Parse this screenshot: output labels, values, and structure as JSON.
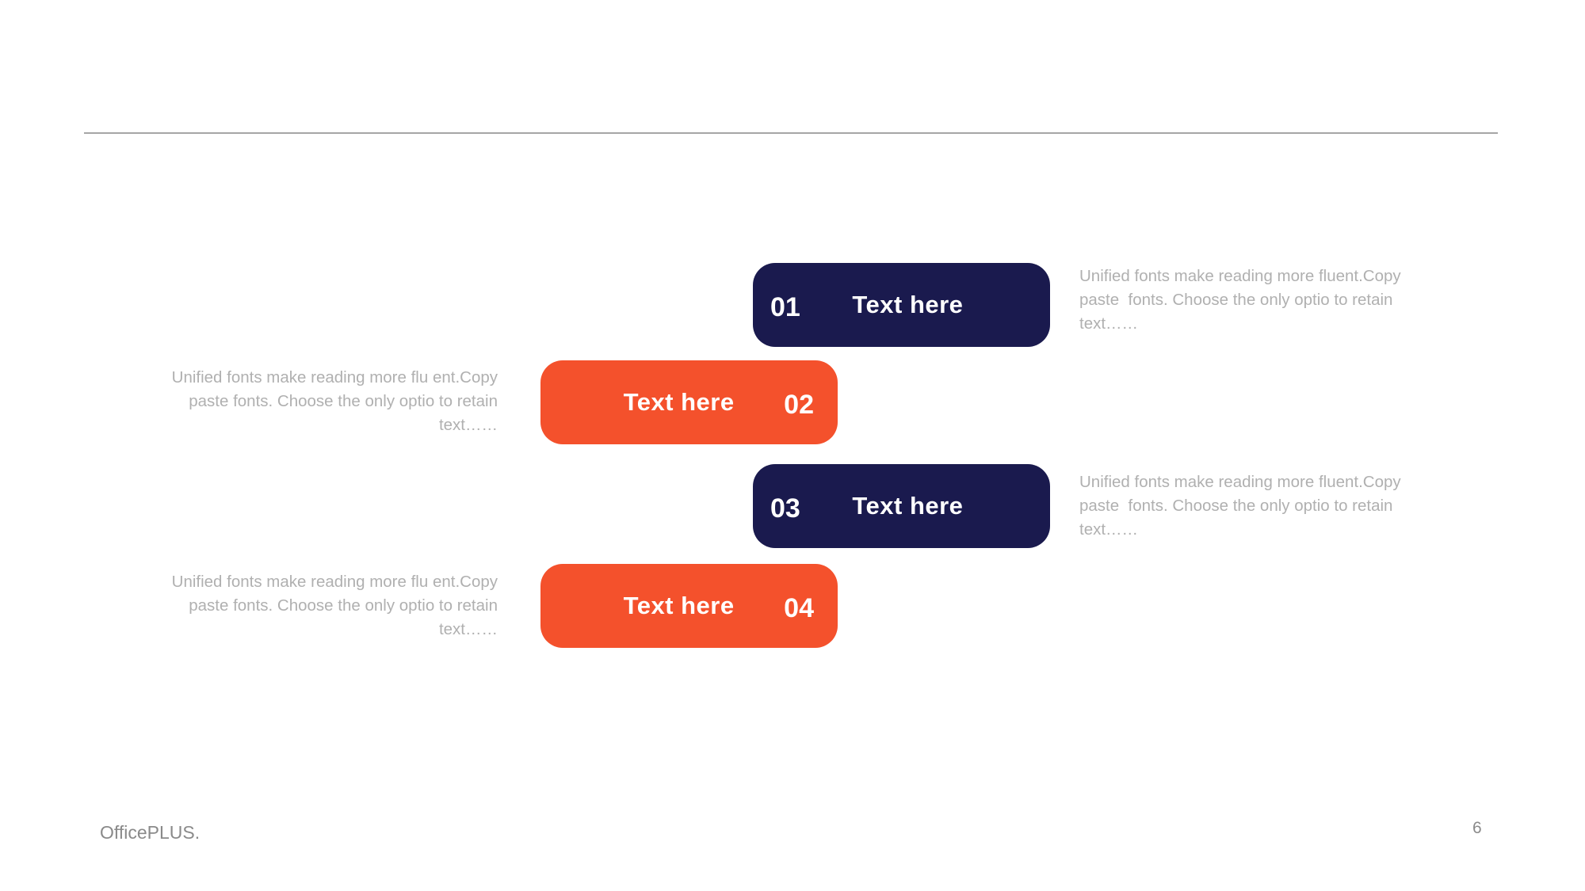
{
  "slide": {
    "colors": {
      "navy": "#1a1a4e",
      "orange": "#f4512c",
      "muted": "#b0b0b0",
      "divider": "#a6a6a6",
      "footer": "#8a8a8a"
    },
    "footer": {
      "brand": "OfficePLUS.",
      "page_number": "6"
    },
    "steps": [
      {
        "number": "01",
        "label": "Text here",
        "variant": "navy",
        "description_side": "right",
        "description": {
          "line1": "Unified fonts make reading more fluent.Copy",
          "line2": "paste  fonts. Choose the only optio to retain",
          "line3": "text……"
        }
      },
      {
        "number": "02",
        "label": "Text here",
        "variant": "orange",
        "description_side": "left",
        "description": {
          "line1": "Unified fonts make reading more flu ent.Copy",
          "line2": "paste fonts. Choose the only optio to retain",
          "line3": "text……"
        }
      },
      {
        "number": "03",
        "label": "Text here",
        "variant": "navy",
        "description_side": "right",
        "description": {
          "line1": "Unified fonts make reading more fluent.Copy",
          "line2": "paste  fonts. Choose the only optio to retain",
          "line3": "text……"
        }
      },
      {
        "number": "04",
        "label": "Text here",
        "variant": "orange",
        "description_side": "left",
        "description": {
          "line1": "Unified fonts make reading more flu ent.Copy",
          "line2": "paste fonts. Choose the only optio to retain",
          "line3": "text……"
        }
      }
    ]
  }
}
